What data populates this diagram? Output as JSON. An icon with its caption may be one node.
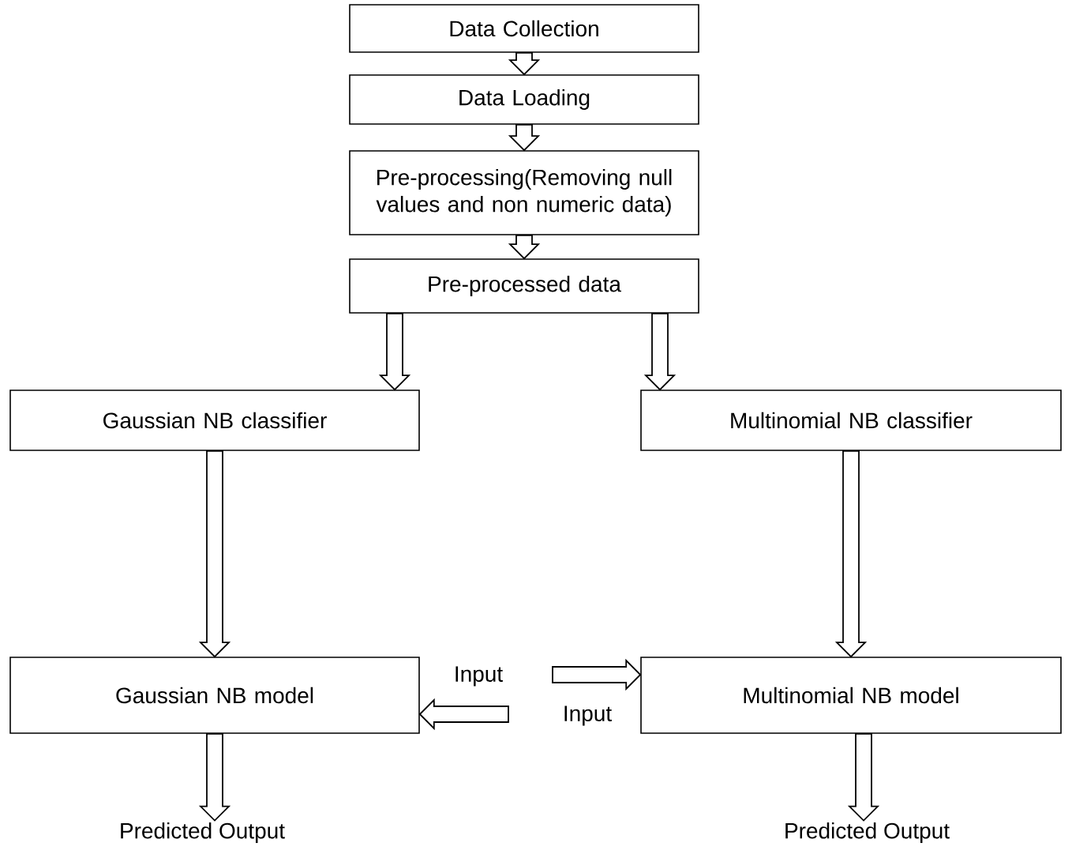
{
  "diagram": {
    "nodes": [
      {
        "text": [
          "Data Collection"
        ]
      },
      {
        "text": [
          "Data Loading"
        ]
      },
      {
        "text": [
          "Pre-processing(Removing null values and non numeric data)"
        ]
      },
      {
        "text": [
          "Pre-processed data"
        ]
      },
      {
        "text": [
          "Gaussian NB classifier"
        ]
      },
      {
        "text": [
          "Multinomial NB classifier"
        ]
      },
      {
        "text": [
          "Gaussian NB model"
        ]
      },
      {
        "text": [
          "Multinomial NB model"
        ]
      },
      {
        "text": [
          "Predicted Output"
        ]
      },
      {
        "text": [
          "Predicted Output"
        ]
      }
    ],
    "edges": [
      {
        "from": 0,
        "to": 1,
        "arrow": "to"
      },
      {
        "from": 1,
        "to": 2,
        "arrow": "to"
      },
      {
        "from": 2,
        "to": 3,
        "arrow": "to"
      },
      {
        "from": 3,
        "to": 4,
        "arrow": "to"
      },
      {
        "from": 3,
        "to": 5,
        "arrow": "to"
      },
      {
        "from": 4,
        "to": 6,
        "arrow": "to"
      },
      {
        "from": 5,
        "to": 7,
        "arrow": "to"
      },
      {
        "from": 6,
        "to": 8,
        "arrow": "to"
      },
      {
        "from": 7,
        "to": 9,
        "arrow": "to"
      },
      {
        "from": null,
        "to": 6,
        "arrow": "to",
        "label": "Input"
      },
      {
        "from": null,
        "to": 7,
        "arrow": "to",
        "label": "Input"
      }
    ]
  }
}
